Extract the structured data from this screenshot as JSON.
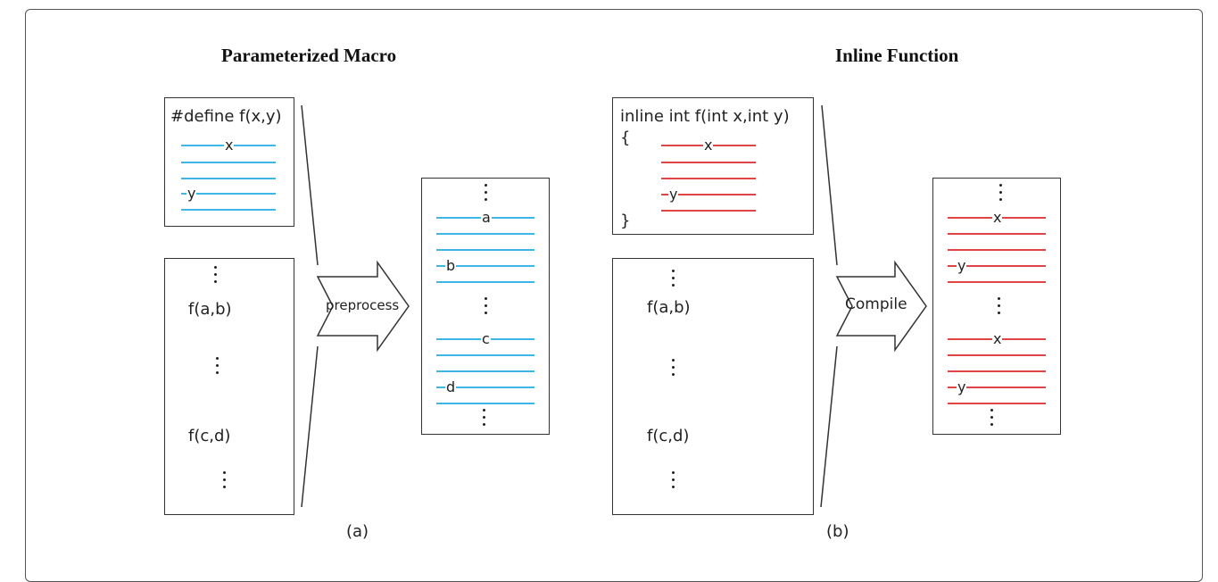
{
  "macro": {
    "title": "Parameterized Macro",
    "define_text": "#define f(x,y)",
    "param_x": "x",
    "param_y": "y",
    "call1": "f(a,b)",
    "call2": "f(c,d)",
    "arrow_label": "preprocess",
    "result_labels": [
      "a",
      "b",
      "c",
      "d"
    ],
    "caption": "(a)"
  },
  "inline": {
    "title": "Inline Function",
    "signature": "inline int f(int x,int y)",
    "open_brace": "{",
    "close_brace": "}",
    "param_x": "x",
    "param_y": "y",
    "call1": "f(a,b)",
    "call2": "f(c,d)",
    "arrow_label": "Compile",
    "result_labels": [
      "x",
      "y",
      "x",
      "y"
    ],
    "caption": "(b)"
  },
  "colors": {
    "macro_lines": "#3fb7e6",
    "inline_lines": "#e04545"
  }
}
